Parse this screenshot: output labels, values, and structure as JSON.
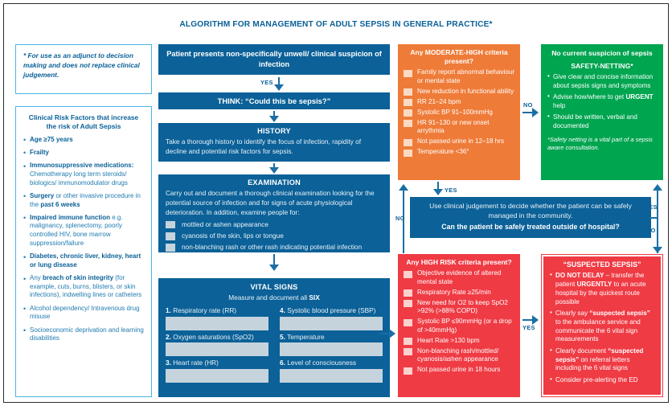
{
  "title": "ALGORITHM FOR MANAGEMENT OF ADULT SEPSIS IN GENERAL PRACTICE*",
  "colors": {
    "blue": "#0b6198",
    "orange": "#ef7b38",
    "red": "#ef3b44",
    "green": "#00a550",
    "light_border": "#49b5e2",
    "field_grey": "#c5d3dd"
  },
  "note": {
    "text": "* For use as an adjunct to decision making and does not replace clinical judgement."
  },
  "risk_panel": {
    "title": "Clinical Risk Factors that increase the risk of Adult Sepsis",
    "items": [
      "Age ≥75 years",
      "Frailty",
      "Immunosuppressive medications: Chemotherapy long term steroids/ biologics/ immunomodulator drugs",
      "Surgery or other invasive procedure in the past 6 weeks",
      "Impaired immune function e.g. malignancy, splenectomy, poorly controlled HIV, bone marrow suppression/failure",
      "Diabetes, chronic liver, kidney, heart or lung disease",
      "Any breach of skin integrity (for example, cuts, burns, blisters, or skin infections), indwelling lines or catheters",
      "Alcohol dependency/ Intravenous drug misuse",
      "Socioeconomic deprivation and learning disabilities"
    ]
  },
  "centre": {
    "presents": "Patient presents non-specifically unwell/ clinical suspicion of infection",
    "arrow_yes_1": "YES",
    "think": "THINK: “Could this be sepsis?”",
    "history": {
      "title": "HISTORY",
      "body": "Take a thorough history to identify the focus of infection, rapidity of decline and potential risk factors for sepsis."
    },
    "examination": {
      "title": "EXAMINATION",
      "body": "Carry out and document a thorough clinical examination looking for the potential source of infection and for signs of acute physiological deterioration. In addition, examine people for:",
      "checks": [
        "mottled or ashen appearance",
        "cyanosis of the skin, lips or tongue",
        "non-blanching rash or other rash indicating potential infection"
      ]
    },
    "vitals": {
      "title": "VITAL SIGNS",
      "subtitle_pre": "Measure and document all ",
      "subtitle_bold": "SIX",
      "items": [
        {
          "num": "1.",
          "label": "Respiratory rate (RR)",
          "value": ""
        },
        {
          "num": "4.",
          "label": "Systolic blood pressure (SBP)",
          "value": ""
        },
        {
          "num": "2.",
          "label": "Oxygen saturations (SpO2)",
          "value": ""
        },
        {
          "num": "5.",
          "label": "Temperature",
          "value": ""
        },
        {
          "num": "3.",
          "label": "Heart rate (HR)",
          "value": ""
        },
        {
          "num": "6.",
          "label": "Level of consciousness",
          "value": ""
        }
      ]
    }
  },
  "moderate_high": {
    "title": "Any MODERATE-HIGH criteria present?",
    "criteria": [
      "Family report abnormal behaviour or mental state",
      "New reduction in functional ability",
      "RR 21–24 bpm",
      "Systolic BP 91–100mmHg",
      "HR 91–130 or new onset arrythmia",
      "Not passed urine in 12–18 hrs",
      "Temperature <36°"
    ]
  },
  "safety_netting": {
    "heading1": "No current suspicion of sepsis",
    "heading2": "SAFETY-NETTING*",
    "items": [
      "Give clear and concise information about sepsis signs and symptoms",
      "Advise how/where to get URGENT help",
      "Should be written, verbal and documented"
    ],
    "footnote": "*Safety netting is a vital part of a sepsis aware consultation."
  },
  "judgement": {
    "line1": "Use clinical judgement to decide whether the patient can be safely managed in the community.",
    "line2": "Can the patient be safely treated outside of hospital?"
  },
  "high_risk": {
    "title": "Any HIGH RISK criteria present?",
    "criteria": [
      "Objective evidence of altered mental state",
      "Respiratory Rate ≥25/min",
      "New need for O2 to keep SpO2 >92% (>88% COPD)",
      "Systolic BP ≤90mmHg (or a drop of >40mmHg)",
      "Heart Rate >130 bpm",
      "Non-blanching rash/mottled/ cyanosis/ashen appearance",
      "Not passed urine in 18 hours"
    ]
  },
  "suspected_sepsis": {
    "title": "“SUSPECTED SEPSIS”",
    "items": [
      "DO NOT DELAY – transfer the patient URGENTLY to an acute hospital by the quickest route possible",
      "Clearly say “suspected sepsis” to the ambulance service and communicate the 6 vital sign measurements",
      "Clearly document “suspected sepsis” on referral letters including the 6 vital signs",
      "Consider pre-alerting the ED"
    ]
  },
  "arrows": {
    "mod_no": "NO",
    "mod_yes": "YES",
    "high_no": "NO",
    "high_yes": "YES",
    "judge_yes": "YES",
    "judge_no": "NO"
  }
}
